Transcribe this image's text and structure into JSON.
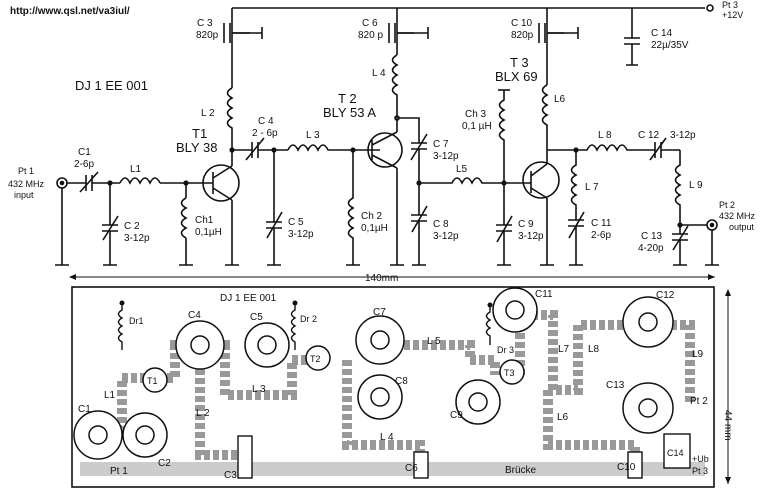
{
  "url": "http://www.qsl.net/va3iul/",
  "title": "DJ 1 EE 001",
  "pcb_title": "DJ 1 EE 001",
  "transistors": [
    {
      "ref": "T1",
      "type": "BLY 38"
    },
    {
      "ref": "T 2",
      "type": "BLY 53 A"
    },
    {
      "ref": "T 3",
      "type": "BLX 69"
    }
  ],
  "input": {
    "ref": "Pt 1",
    "freq": "432 MHz",
    "label": "input"
  },
  "output": {
    "ref": "Pt 2",
    "freq": "432 MHz",
    "label": "output"
  },
  "supply": {
    "ref": "Pt 3",
    "voltage": "+12V"
  },
  "components": {
    "C1": "C1",
    "C1v": "2-6p",
    "L1": "L1",
    "C2": "C 2",
    "C2v": "3-12p",
    "Ch1": "Ch1",
    "Ch1v": "0,1µH",
    "L2": "L 2",
    "C3": "C 3",
    "C3v": "820p",
    "C4": "C 4",
    "C4v": "2 - 6p",
    "L3": "L 3",
    "C5": "C 5",
    "C5v": "3-12p",
    "Ch2": "Ch 2",
    "Ch2v": "0,1µH",
    "C6": "C 6",
    "C6v": "820 p",
    "L4": "L 4",
    "C7": "C 7",
    "C7v": "3-12p",
    "L5": "L5",
    "C8": "C 8",
    "C8v": "3-12p",
    "Ch3": "Ch 3",
    "Ch3v": "0,1 µH",
    "C9": "C 9",
    "C9v": "3-12p",
    "C10": "C 10",
    "C10v": "820p",
    "L6": "L6",
    "L7": "L 7",
    "C11": "C 11",
    "C11v": "2-6p",
    "L8": "L 8",
    "C12": "C 12",
    "C12v": "3-12p",
    "L9": "L 9",
    "C13": "C 13",
    "C13v": "4-20p",
    "C14": "C 14",
    "C14v": "22µ/35V"
  },
  "dimension_width": "140mm",
  "dimension_height": "44 mm",
  "pcb_labels": {
    "Dr1": "Dr1",
    "Dr2": "Dr 2",
    "Dr3": "Dr 3",
    "C1": "C1",
    "C2": "C2",
    "C3": "C3",
    "C4": "C4",
    "C5": "C5",
    "C6": "C6",
    "C7": "C7",
    "C8": "C8",
    "C9": "C9",
    "C10": "C10",
    "C11": "C11",
    "C12": "C12",
    "C13": "C13",
    "C14": "C14",
    "L1": "L1",
    "L2": "L 2",
    "L3": "L 3",
    "L4": "L 4",
    "L5": "L 5",
    "L6": "L6",
    "L7": "L7",
    "L8": "L8",
    "L9": "L9",
    "T1": "T1",
    "T2": "T2",
    "T3": "T3",
    "Pt1": "Pt 1",
    "Pt2": "Pt 2",
    "Pt3": "Pt 3",
    "Ub": "+Ub",
    "bruecke": "Brücke"
  }
}
